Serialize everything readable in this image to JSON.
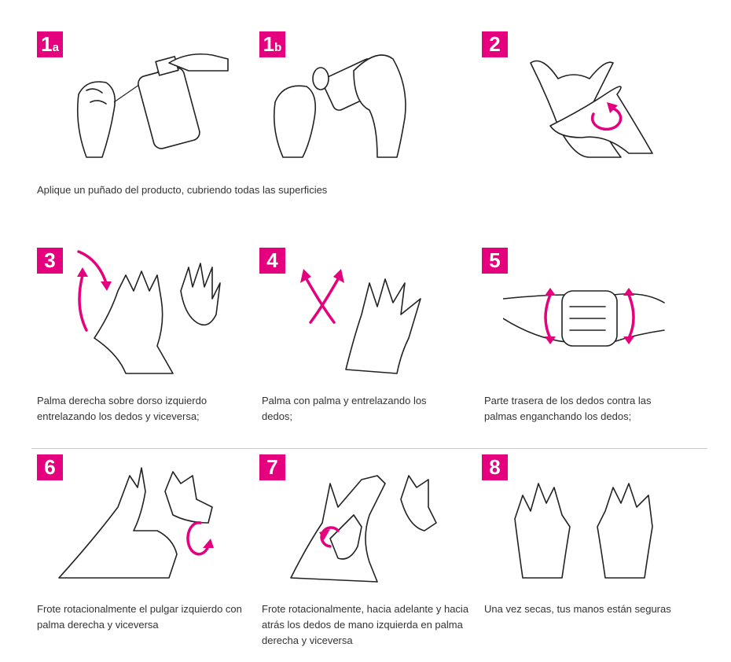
{
  "accent_color": "#e5007d",
  "steps": [
    {
      "number": "1",
      "suffix": "a"
    },
    {
      "number": "1",
      "suffix": "b"
    },
    {
      "number": "2",
      "suffix": ""
    },
    {
      "number": "3",
      "suffix": "",
      "caption": "Palma derecha sobre dorso izquierdo entrelazando los dedos y viceversa;"
    },
    {
      "number": "4",
      "suffix": "",
      "caption": "Palma con palma y entrelazando los dedos;"
    },
    {
      "number": "5",
      "suffix": "",
      "caption": "Parte trasera de los dedos contra las palmas enganchando los dedos;"
    },
    {
      "number": "6",
      "suffix": "",
      "caption": "Frote rotacionalmente el pulgar izquierdo con palma derecha y viceversa"
    },
    {
      "number": "7",
      "suffix": "",
      "caption": "Frote rotacionalmente, hacia adelante y hacia atrás los dedos de mano izquierda en palma derecha y viceversa"
    },
    {
      "number": "8",
      "suffix": "",
      "caption": "Una vez secas, tus manos están seguras"
    }
  ],
  "step1_caption": "Aplique un puñado del producto, cubriendo todas las superficies"
}
